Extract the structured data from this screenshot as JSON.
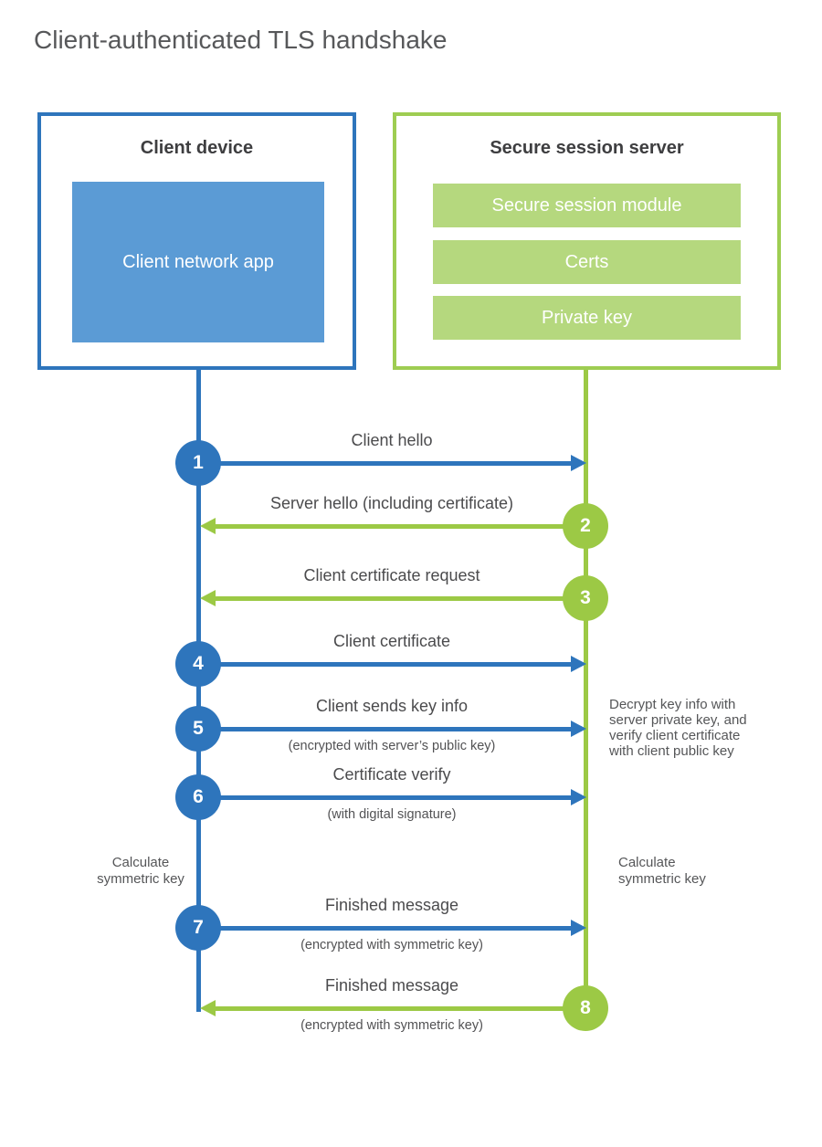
{
  "title": "Client-authenticated TLS handshake",
  "client": {
    "title": "Client device",
    "app_label": "Client network app"
  },
  "server": {
    "title": "Secure session server",
    "modules": [
      "Secure session module",
      "Certs",
      "Private key"
    ]
  },
  "steps": [
    {
      "num": "1",
      "direction": "client-to-server",
      "label": "Client hello",
      "sub": ""
    },
    {
      "num": "2",
      "direction": "server-to-client",
      "label": "Server hello (including certificate)",
      "sub": ""
    },
    {
      "num": "3",
      "direction": "server-to-client",
      "label": "Client certificate request",
      "sub": ""
    },
    {
      "num": "4",
      "direction": "client-to-server",
      "label": "Client certificate",
      "sub": ""
    },
    {
      "num": "5",
      "direction": "client-to-server",
      "label": "Client sends key info",
      "sub": "(encrypted with server’s public key)"
    },
    {
      "num": "6",
      "direction": "client-to-server",
      "label": "Certificate verify",
      "sub": "(with digital signature)"
    },
    {
      "num": "7",
      "direction": "client-to-server",
      "label": "Finished message",
      "sub": "(encrypted with symmetric key)"
    },
    {
      "num": "8",
      "direction": "server-to-client",
      "label": "Finished message",
      "sub": "(encrypted with symmetric key)"
    }
  ],
  "annotations": {
    "calculate_left": "Calculate symmetric key",
    "calculate_right": "Calculate symmetric key",
    "server_note": "Decrypt key info with server private key, and verify client certificate with client public key"
  },
  "colors": {
    "client_accent": "#2e75bc",
    "client_fill": "#5b9bd5",
    "server_accent": "#9cc945",
    "server_fill": "#b5d87e",
    "heading_text": "#3e3e40",
    "label_text": "#4b4b4d",
    "title_text": "#57585a"
  }
}
